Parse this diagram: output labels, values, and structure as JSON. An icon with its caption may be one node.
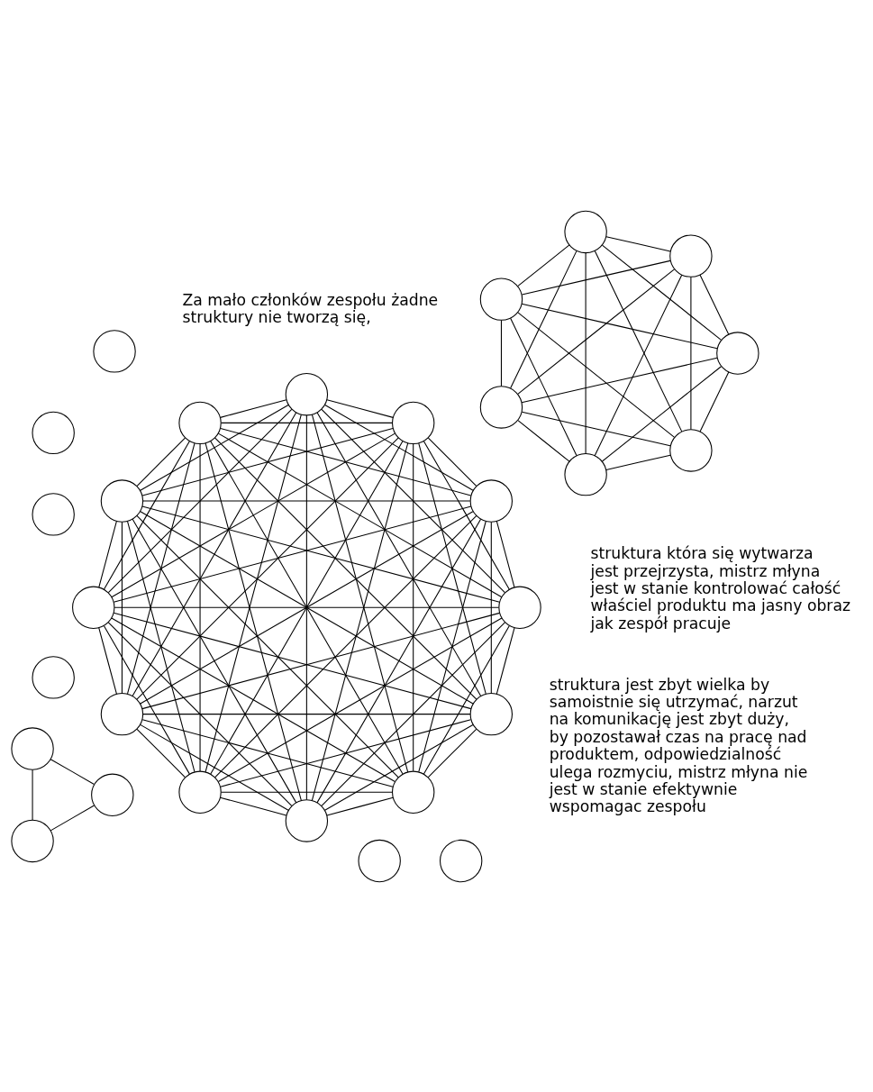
{
  "diagram": {
    "nodes": [
      {
        "text": [],
        "shape": "circle"
      },
      {
        "text": [],
        "shape": "circle"
      },
      {
        "text": [],
        "shape": "circle"
      },
      {
        "text": [],
        "shape": "circle"
      },
      {
        "text": [],
        "shape": "circle"
      },
      {
        "text": [],
        "shape": "circle"
      },
      {
        "text": [],
        "shape": "circle"
      },
      {
        "text": [],
        "shape": "circle"
      },
      {
        "text": [],
        "shape": "circle"
      },
      {
        "text": [],
        "shape": "circle"
      },
      {
        "text": [],
        "shape": "circle"
      },
      {
        "text": [],
        "shape": "circle"
      },
      {
        "text": [],
        "shape": "circle"
      },
      {
        "text": [],
        "shape": "circle"
      },
      {
        "text": [],
        "shape": "circle"
      },
      {
        "text": [],
        "shape": "circle"
      },
      {
        "text": [],
        "shape": "circle"
      },
      {
        "text": [],
        "shape": "circle"
      },
      {
        "text": [],
        "shape": "circle"
      },
      {
        "text": [],
        "shape": "circle"
      },
      {
        "text": [],
        "shape": "circle"
      },
      {
        "text": [],
        "shape": "circle"
      },
      {
        "text": [],
        "shape": "circle"
      },
      {
        "text": [],
        "shape": "circle"
      },
      {
        "text": [],
        "shape": "circle"
      },
      {
        "text": [],
        "shape": "circle"
      },
      {
        "text": [],
        "shape": "circle"
      },
      {
        "text": [],
        "shape": "circle"
      }
    ],
    "edges": [
      {
        "from": 0,
        "to": 1,
        "arrow": "none"
      },
      {
        "from": 1,
        "to": 2,
        "arrow": "none"
      },
      {
        "from": 0,
        "to": 2,
        "arrow": "none"
      },
      {
        "from": 5,
        "to": 6,
        "arrow": "none"
      },
      {
        "from": 5,
        "to": 7,
        "arrow": "none"
      },
      {
        "from": 5,
        "to": 8,
        "arrow": "none"
      },
      {
        "from": 5,
        "to": 9,
        "arrow": "none"
      },
      {
        "from": 5,
        "to": 10,
        "arrow": "none"
      },
      {
        "from": 5,
        "to": 11,
        "arrow": "none"
      },
      {
        "from": 6,
        "to": 7,
        "arrow": "none"
      },
      {
        "from": 6,
        "to": 8,
        "arrow": "none"
      },
      {
        "from": 6,
        "to": 9,
        "arrow": "none"
      },
      {
        "from": 6,
        "to": 10,
        "arrow": "none"
      },
      {
        "from": 6,
        "to": 11,
        "arrow": "none"
      },
      {
        "from": 7,
        "to": 8,
        "arrow": "none"
      },
      {
        "from": 7,
        "to": 9,
        "arrow": "none"
      },
      {
        "from": 7,
        "to": 10,
        "arrow": "none"
      },
      {
        "from": 7,
        "to": 11,
        "arrow": "none"
      },
      {
        "from": 8,
        "to": 9,
        "arrow": "none"
      },
      {
        "from": 8,
        "to": 10,
        "arrow": "none"
      },
      {
        "from": 8,
        "to": 11,
        "arrow": "none"
      },
      {
        "from": 9,
        "to": 10,
        "arrow": "none"
      },
      {
        "from": 9,
        "to": 11,
        "arrow": "none"
      },
      {
        "from": 10,
        "to": 11,
        "arrow": "none"
      },
      {
        "from": 14,
        "to": 15,
        "arrow": "none"
      },
      {
        "from": 14,
        "to": 16,
        "arrow": "none"
      },
      {
        "from": 14,
        "to": 17,
        "arrow": "none"
      },
      {
        "from": 14,
        "to": 18,
        "arrow": "none"
      },
      {
        "from": 14,
        "to": 19,
        "arrow": "none"
      },
      {
        "from": 14,
        "to": 20,
        "arrow": "none"
      },
      {
        "from": 14,
        "to": 21,
        "arrow": "none"
      },
      {
        "from": 14,
        "to": 22,
        "arrow": "none"
      },
      {
        "from": 14,
        "to": 23,
        "arrow": "none"
      },
      {
        "from": 14,
        "to": 24,
        "arrow": "none"
      },
      {
        "from": 14,
        "to": 25,
        "arrow": "none"
      },
      {
        "from": 15,
        "to": 16,
        "arrow": "none"
      },
      {
        "from": 15,
        "to": 17,
        "arrow": "none"
      },
      {
        "from": 15,
        "to": 18,
        "arrow": "none"
      },
      {
        "from": 15,
        "to": 19,
        "arrow": "none"
      },
      {
        "from": 15,
        "to": 20,
        "arrow": "none"
      },
      {
        "from": 15,
        "to": 21,
        "arrow": "none"
      },
      {
        "from": 15,
        "to": 22,
        "arrow": "none"
      },
      {
        "from": 15,
        "to": 23,
        "arrow": "none"
      },
      {
        "from": 15,
        "to": 24,
        "arrow": "none"
      },
      {
        "from": 15,
        "to": 25,
        "arrow": "none"
      },
      {
        "from": 16,
        "to": 17,
        "arrow": "none"
      },
      {
        "from": 16,
        "to": 18,
        "arrow": "none"
      },
      {
        "from": 16,
        "to": 19,
        "arrow": "none"
      },
      {
        "from": 16,
        "to": 20,
        "arrow": "none"
      },
      {
        "from": 16,
        "to": 21,
        "arrow": "none"
      },
      {
        "from": 16,
        "to": 22,
        "arrow": "none"
      },
      {
        "from": 16,
        "to": 23,
        "arrow": "none"
      },
      {
        "from": 16,
        "to": 24,
        "arrow": "none"
      },
      {
        "from": 16,
        "to": 25,
        "arrow": "none"
      },
      {
        "from": 17,
        "to": 18,
        "arrow": "none"
      },
      {
        "from": 17,
        "to": 19,
        "arrow": "none"
      },
      {
        "from": 17,
        "to": 20,
        "arrow": "none"
      },
      {
        "from": 17,
        "to": 21,
        "arrow": "none"
      },
      {
        "from": 17,
        "to": 22,
        "arrow": "none"
      },
      {
        "from": 17,
        "to": 23,
        "arrow": "none"
      },
      {
        "from": 17,
        "to": 24,
        "arrow": "none"
      },
      {
        "from": 17,
        "to": 25,
        "arrow": "none"
      },
      {
        "from": 18,
        "to": 19,
        "arrow": "none"
      },
      {
        "from": 18,
        "to": 20,
        "arrow": "none"
      },
      {
        "from": 18,
        "to": 21,
        "arrow": "none"
      },
      {
        "from": 18,
        "to": 22,
        "arrow": "none"
      },
      {
        "from": 18,
        "to": 23,
        "arrow": "none"
      },
      {
        "from": 18,
        "to": 24,
        "arrow": "none"
      },
      {
        "from": 18,
        "to": 25,
        "arrow": "none"
      },
      {
        "from": 19,
        "to": 20,
        "arrow": "none"
      },
      {
        "from": 19,
        "to": 21,
        "arrow": "none"
      },
      {
        "from": 19,
        "to": 22,
        "arrow": "none"
      },
      {
        "from": 19,
        "to": 23,
        "arrow": "none"
      },
      {
        "from": 19,
        "to": 24,
        "arrow": "none"
      },
      {
        "from": 19,
        "to": 25,
        "arrow": "none"
      },
      {
        "from": 20,
        "to": 21,
        "arrow": "none"
      },
      {
        "from": 20,
        "to": 22,
        "arrow": "none"
      },
      {
        "from": 20,
        "to": 23,
        "arrow": "none"
      },
      {
        "from": 20,
        "to": 24,
        "arrow": "none"
      },
      {
        "from": 20,
        "to": 25,
        "arrow": "none"
      },
      {
        "from": 21,
        "to": 22,
        "arrow": "none"
      },
      {
        "from": 21,
        "to": 23,
        "arrow": "none"
      },
      {
        "from": 21,
        "to": 24,
        "arrow": "none"
      },
      {
        "from": 21,
        "to": 25,
        "arrow": "none"
      },
      {
        "from": 22,
        "to": 23,
        "arrow": "none"
      },
      {
        "from": 22,
        "to": 24,
        "arrow": "none"
      },
      {
        "from": 22,
        "to": 25,
        "arrow": "none"
      },
      {
        "from": 23,
        "to": 24,
        "arrow": "none"
      },
      {
        "from": 23,
        "to": 25,
        "arrow": "none"
      },
      {
        "from": 24,
        "to": 25,
        "arrow": "none"
      }
    ],
    "labels": [
      "Za mało członków zespołu żadne struktury nie tworzą się,",
      "struktura która się wytwarza jest przejrzysta, mistrz młyna jest w stanie kontrolować całość właściel produktu ma jasny obraz jak zespół pracuje",
      "struktura jest zbyt wielka by samoistnie się utrzymać, narzut na komunikację jest zbyt duży, by pozostawał czas na pracę nad produktem, odpowiedzialność ulega rozmyciu, mistrz młyna nie jest w stanie efektywnie wspomagac zespołu"
    ]
  }
}
